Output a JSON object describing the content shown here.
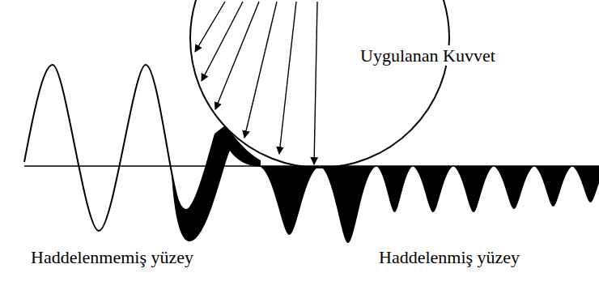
{
  "diagram": {
    "labels": [
      "Uygulanan Kuvvet",
      "Haddelenmemiş yüzey",
      "Haddelenmiş yüzey"
    ]
  }
}
